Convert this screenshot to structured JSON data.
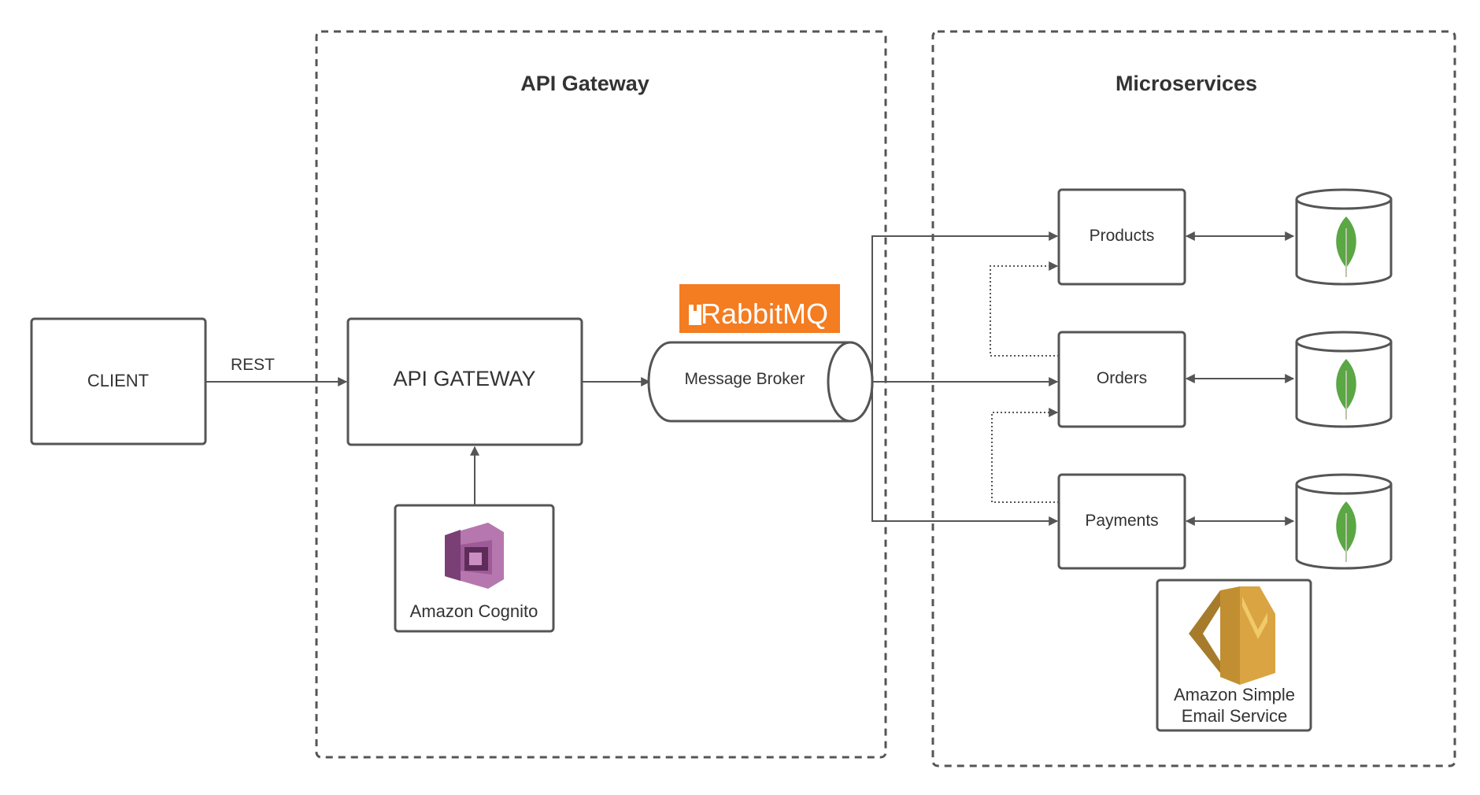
{
  "groups": {
    "api_gateway": {
      "title": "API Gateway"
    },
    "microservices": {
      "title": "Microservices"
    }
  },
  "nodes": {
    "client": "CLIENT",
    "api_gateway": "API GATEWAY",
    "message_broker": "Message Broker",
    "rabbitmq_logo": "RabbitMQ",
    "cognito": "Amazon Cognito",
    "products": "Products",
    "orders": "Orders",
    "payments": "Payments",
    "ses_line1": "Amazon Simple",
    "ses_line2": "Email Service"
  },
  "edges": {
    "client_to_gateway": "REST"
  },
  "icons": {
    "cognito": "amazon-cognito-icon",
    "database": "mongodb-leaf-icon",
    "ses": "amazon-ses-icon",
    "rabbitmq": "rabbitmq-logo"
  },
  "colors": {
    "stroke": "#555555",
    "rabbitmq_orange": "#f47c21",
    "mongo_green": "#5aa744",
    "cognito_purple": "#9d5b97",
    "ses_gold": "#d9a441"
  }
}
